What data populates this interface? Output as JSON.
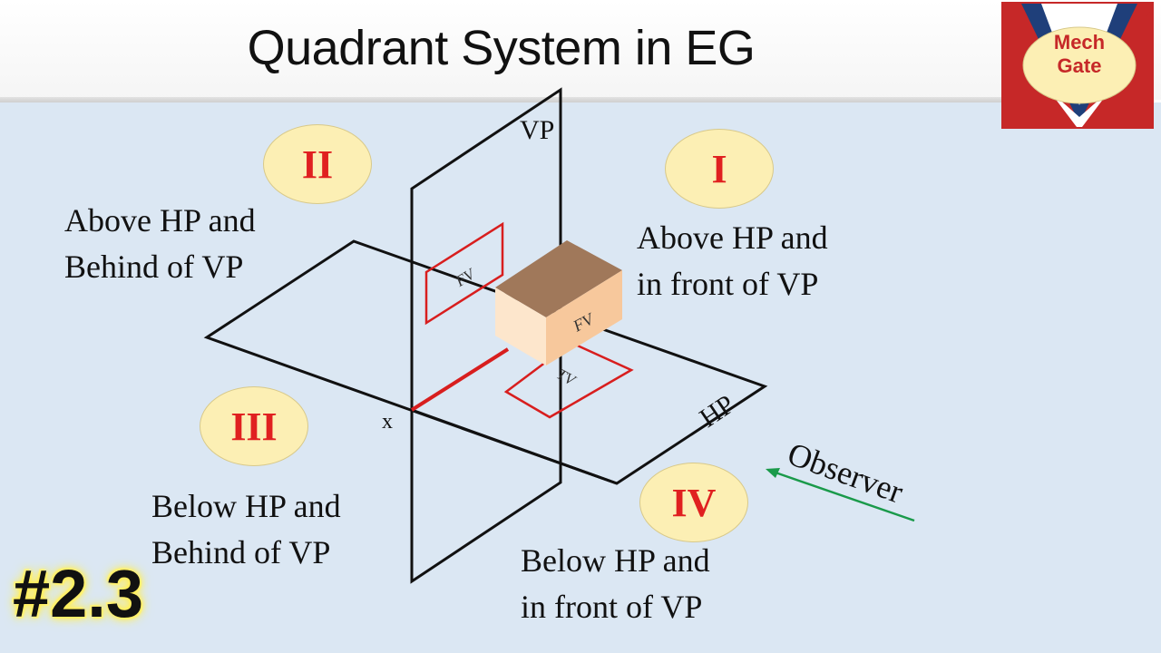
{
  "header": {
    "title": "Quadrant System in EG"
  },
  "logo": {
    "line1": "Mech",
    "line2": "Gate"
  },
  "quadrants": [
    {
      "numeral": "I",
      "line1": "Above HP and",
      "line2": "in front of VP"
    },
    {
      "numeral": "II",
      "line1": "Above HP and",
      "line2": "Behind of VP"
    },
    {
      "numeral": "III",
      "line1": "Below HP and",
      "line2": "Behind of VP"
    },
    {
      "numeral": "IV",
      "line1": "Below HP and",
      "line2": "in front of VP"
    }
  ],
  "labels": {
    "vp": "VP",
    "hp": "HP",
    "x": "x",
    "fv_front": "FV",
    "fv_projected": "FV",
    "tv": "TV"
  },
  "observer": {
    "label": "Observer",
    "arrow_color": "#1a9a4a"
  },
  "episode": "#2.3",
  "colors": {
    "projection": "#d81e1e",
    "plane": "#111111",
    "quadrant_fill": "#fcefb4",
    "numeral": "#e02020"
  }
}
